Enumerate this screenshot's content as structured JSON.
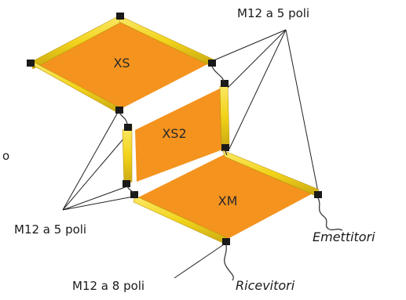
{
  "zones": {
    "xs": "XS",
    "xs2": "XS2",
    "xm": "XM"
  },
  "labels": {
    "connector_5pin_top": "M12 a 5 poli",
    "connector_5pin_left": "M12 a 5 poli",
    "connector_8pin": "M12 a 8 poli",
    "emitters": "Emettitori",
    "receivers": "Ricevitori",
    "partial_left": "o"
  },
  "colors": {
    "zone_fill": "#f4931e",
    "bar_yellow": "#f2d41b",
    "bar_shadow": "#c9a712",
    "connector": "#1a1a1a"
  }
}
